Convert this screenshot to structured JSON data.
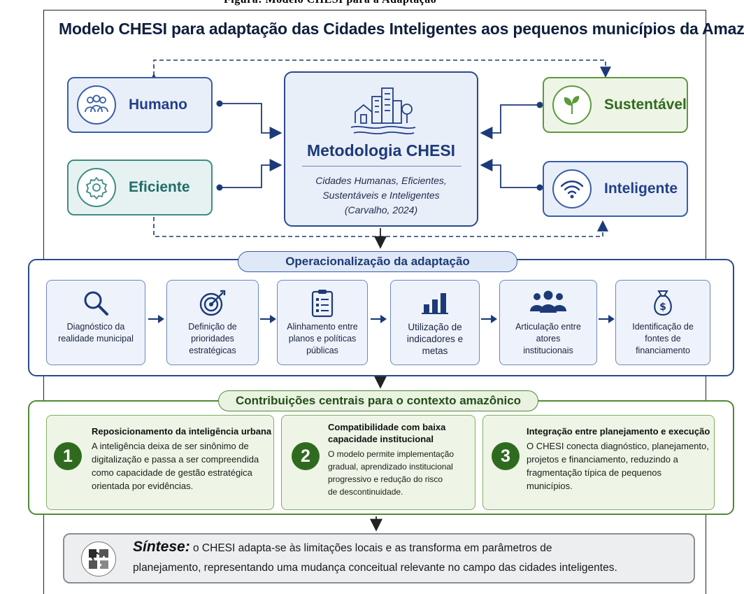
{
  "cut_header": "Figura: Modelo CHESI para a Adaptação",
  "title": "Modelo CHESI para adaptação das Cidades Inteligentes aos pequenos municípios da Amazônia.",
  "center": {
    "title": "Metodologia CHESI",
    "subtitle_lines": [
      "Cidades Humanas, Eficientes,",
      "Sustentáveis e Inteligentes",
      "(Carvalho, 2024)"
    ]
  },
  "pillars": {
    "humano": "Humano",
    "eficiente": "Eficiente",
    "sustentavel": "Sustentável",
    "inteligente": "Inteligente"
  },
  "operacionalizacao": {
    "title": "Operacionalização da adaptação",
    "steps": [
      {
        "icon": "search-icon",
        "lines": [
          "Diagnóstico da",
          "realidade municipal"
        ]
      },
      {
        "icon": "target-icon",
        "lines": [
          "Definição de",
          "prioridades",
          "estratégicas"
        ]
      },
      {
        "icon": "clipboard-icon",
        "lines": [
          "Alinhamento entre",
          "planos e políticas",
          "públicas"
        ]
      },
      {
        "icon": "bar-chart-icon",
        "lines": [
          "Utilização de",
          "indicadores e",
          "metas"
        ]
      },
      {
        "icon": "people-icon",
        "lines": [
          "Articulação entre",
          "atores",
          "institucionais"
        ]
      },
      {
        "icon": "money-bag-icon",
        "lines": [
          "Identificação de",
          "fontes de",
          "financiamento"
        ]
      }
    ]
  },
  "contribuicoes": {
    "title": "Contribuições centrais para o contexto amazônico",
    "cards": [
      {
        "number": "1",
        "title": "Reposicionamento da inteligência urbana",
        "body_lines": [
          "A inteligência deixa de ser sinônimo de",
          "digitalização e passa a ser compreendida",
          "como capacidade de gestão estratégica",
          "orientada por evidências."
        ]
      },
      {
        "number": "2",
        "title_lines": [
          "Compatibilidade com baixa",
          "capacidade institucional"
        ],
        "body_lines": [
          "O modelo permite implementação",
          "gradual, aprendizado institucional",
          "progressivo e redução do risco",
          "de descontinuidade."
        ]
      },
      {
        "number": "3",
        "title": "Integração entre planejamento e execução",
        "body_lines": [
          "O CHESI conecta diagnóstico, planejamento,",
          "projetos e financiamento, reduzindo a",
          "fragmentação típica de pequenos",
          "municípios."
        ]
      }
    ]
  },
  "sintese": {
    "label": "Síntese:",
    "line1": " o CHESI adapta-se às limitações locais e as transforma em parâmetros de",
    "line2": "planejamento, representando uma mudança conceitual relevante no campo das cidades inteligentes."
  },
  "colors": {
    "navy": "#1d3a78",
    "blue_border": "#3a5ea8",
    "teal": "#1f6e69",
    "green": "#2f6b1f",
    "gray": "#8a8f96"
  }
}
